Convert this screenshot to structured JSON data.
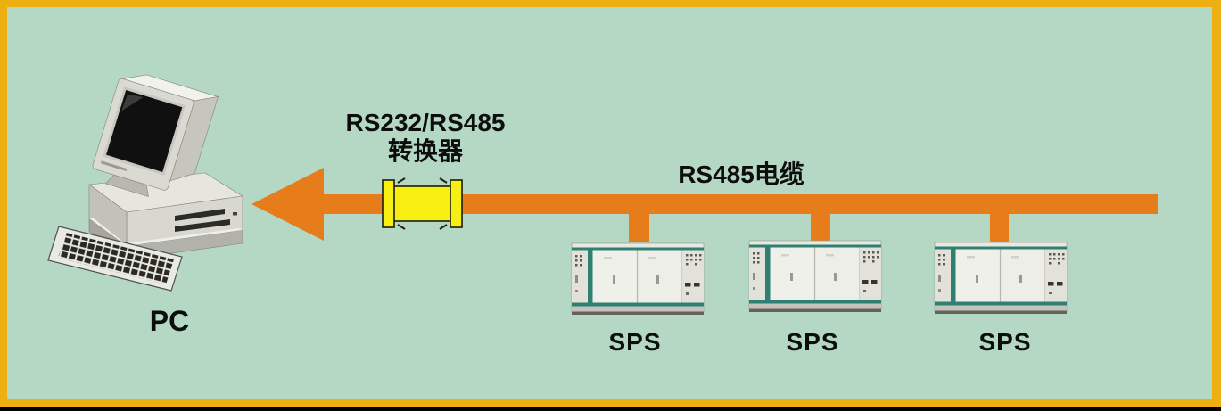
{
  "diagram": {
    "pc": {
      "label": "PC"
    },
    "converter": {
      "label_line1": "RS232/RS485",
      "label_line2": "转换器"
    },
    "cable": {
      "label": "RS485电缆"
    },
    "sps_units": [
      {
        "label": "SPS"
      },
      {
        "label": "SPS"
      },
      {
        "label": "SPS"
      }
    ]
  },
  "colors": {
    "background": "#b4d8c3",
    "border": "#edb010",
    "bottom_strip": "#000000",
    "cable_orange": "#e67c1a",
    "converter_yellow": "#f7ef12",
    "converter_outline": "#1c1c10",
    "cabinet_teal": "#2e8172",
    "cabinet_body": "#e9e9e3",
    "screen_black": "#101010",
    "text": "#0d0d0d"
  }
}
